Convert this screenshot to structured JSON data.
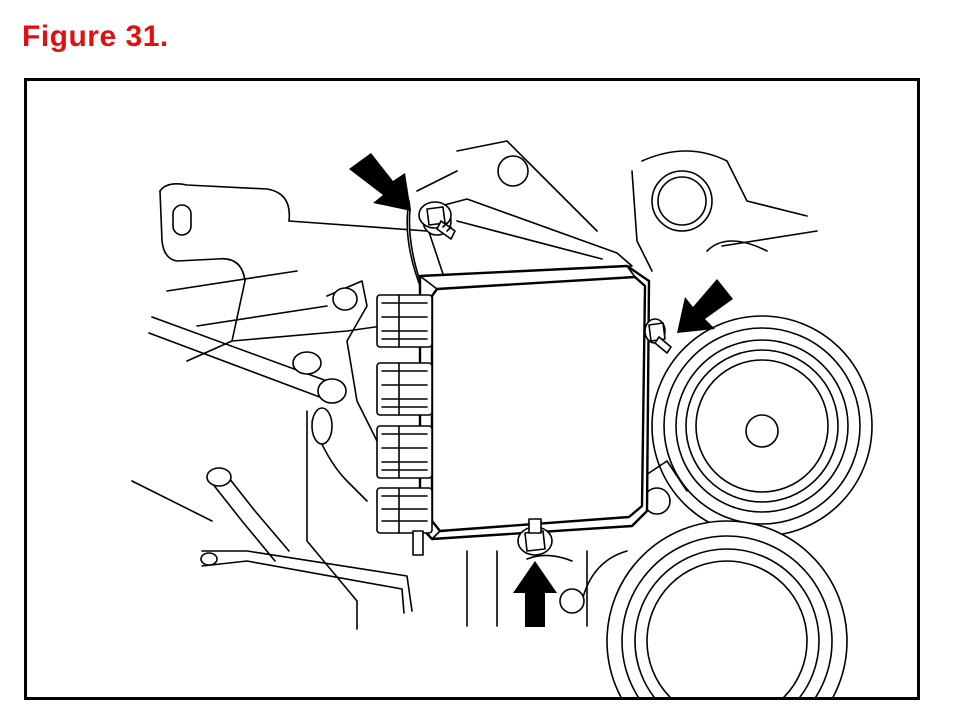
{
  "figure": {
    "title": "Figure 31."
  },
  "colors": {
    "title_red": "#e01010",
    "line": "#000000",
    "background": "#ffffff"
  },
  "illustration": {
    "subject": "module-with-three-mounting-bolts",
    "arrow_count": 3,
    "connector_count": 4
  }
}
